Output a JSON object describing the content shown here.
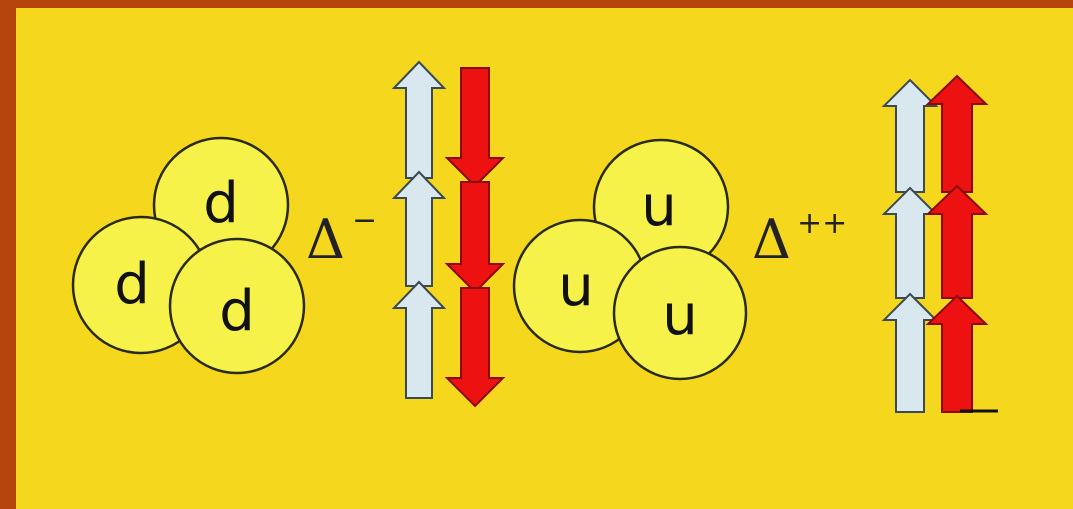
{
  "colors": {
    "frame": "#b5440d",
    "background": "#f5d81e",
    "quark_fill": "#f7f24a",
    "spin_arrow_light": "#d8e8ee",
    "spin_arrow_red": "#ee1111"
  },
  "delta_minus": {
    "symbol": "Δ",
    "charge": "−",
    "quarks": [
      "d",
      "d",
      "d"
    ],
    "light_arrows": [
      "up",
      "up",
      "up"
    ],
    "red_arrows": [
      "down",
      "down",
      "down"
    ]
  },
  "delta_plus_plus": {
    "symbol": "Δ",
    "charge": "++",
    "quarks": [
      "u",
      "u",
      "u"
    ],
    "light_arrows": [
      "up",
      "up",
      "up"
    ],
    "red_arrows": [
      "up",
      "up",
      "up"
    ]
  }
}
